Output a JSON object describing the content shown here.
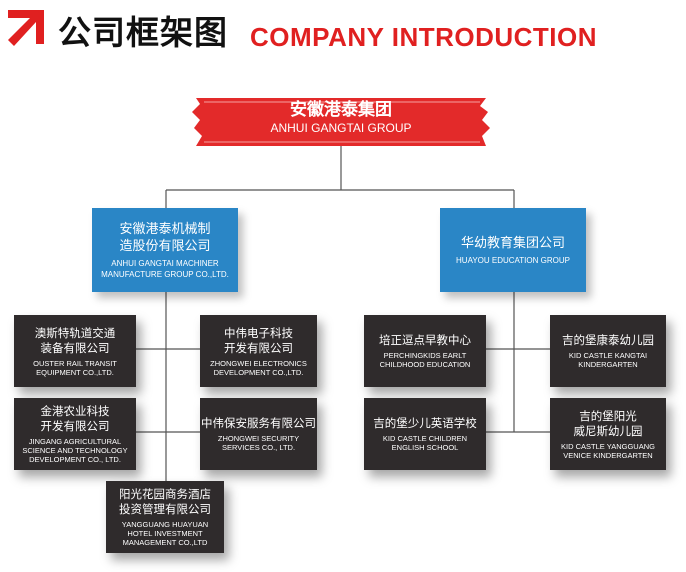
{
  "header": {
    "title_cn": "公司框架图",
    "title_en": "COMPANY  INTRODUCTION",
    "accent": "#e02020"
  },
  "root": {
    "cn": "安徽港泰集团",
    "en": "ANHUI GANGTAI GROUP"
  },
  "branch_left": {
    "cn": "安徽港泰机械制\n造股份有限公司",
    "en": "ANHUI GANGTAI MACHINER\nMANUFACTURE GROUP CO.,LTD."
  },
  "branch_right": {
    "cn": "华幼教育集团公司",
    "en": "HUAYOU EDUCATION GROUP"
  },
  "left_units": [
    {
      "cn": "澳斯特轨道交通\n装备有限公司",
      "en": "OUSTER RAIL TRANSIT\nEQUIPMENT CO.,LTD."
    },
    {
      "cn": "中伟电子科技\n开发有限公司",
      "en": "ZHONGWEI ELECTRONICS\nDEVELOPMENT CO.,LTD."
    },
    {
      "cn": "金港农业科技\n开发有限公司",
      "en": "JINGANG AGRICULTURAL\nSCIENCE AND TECHNOLOGY\nDEVELOPMENT CO., LTD."
    },
    {
      "cn": "中伟保安服务有限公司",
      "en": "ZHONGWEI SECURITY\nSERVICES CO., LTD."
    },
    {
      "cn": "阳光花园商务酒店\n投资管理有限公司",
      "en": "YANGGUANG HUAYUAN\nHOTEL INVESTMENT\nMANAGEMENT CO.,LTD"
    }
  ],
  "right_units": [
    {
      "cn": "培正逗点早教中心",
      "en": "PERCHINGKIDS EARLT\nCHILDHOOD EDUCATION"
    },
    {
      "cn": "吉的堡康泰幼儿园",
      "en": "KID CASTLE KANGTAI\nKINDERGARTEN"
    },
    {
      "cn": "吉的堡少儿英语学校",
      "en": "KID CASTLE CHILDREN\nENGLISH SCHOOL"
    },
    {
      "cn": "吉的堡阳光\n威尼斯幼儿园",
      "en": "KID CASTLE YANGGUANG\nVENICE KINDERGARTEN"
    }
  ]
}
